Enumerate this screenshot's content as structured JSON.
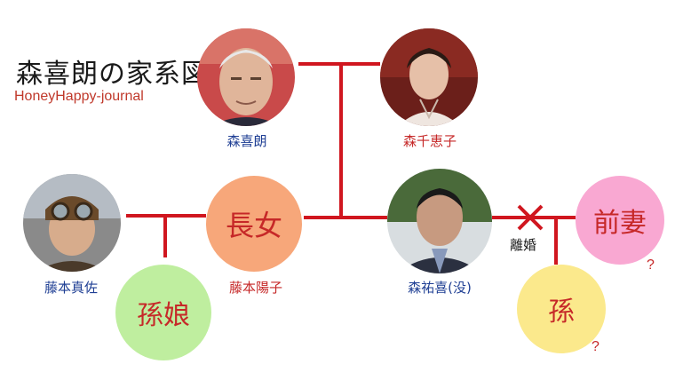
{
  "title": "森喜朗の家系図",
  "subtitle": "HoneyHappy-journal",
  "people": {
    "yoshiro": {
      "name": "森喜朗"
    },
    "chieko": {
      "name": "森千恵子"
    },
    "yuki": {
      "name": "森祐喜(没)"
    },
    "eldest_daughter": {
      "circle": "長女",
      "name": "藤本陽子"
    },
    "masasuke": {
      "name": "藤本真佐"
    },
    "granddaughter": {
      "circle": "孫娘"
    },
    "ex_wife": {
      "circle": "前妻",
      "mark": "?"
    },
    "grandchild": {
      "circle": "孫",
      "mark": "?"
    }
  },
  "divorce_label": "離婚",
  "colors": {
    "line": "#d0161f",
    "peach": "#f7a77a",
    "green": "#bfee9f",
    "pink": "#f9a8d2",
    "yellow": "#fbe98c",
    "name_blue": "#1f3f94",
    "name_red": "#c62828"
  }
}
